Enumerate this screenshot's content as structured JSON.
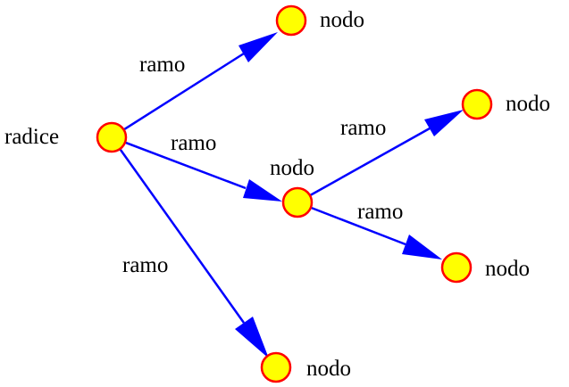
{
  "colors": {
    "edge": "#0000ff",
    "node_fill": "#ffff00",
    "node_stroke": "#ff0000",
    "text": "#000000"
  },
  "nodes": {
    "root": {
      "label": "radice"
    },
    "top": {
      "label": "nodo"
    },
    "middle": {
      "label": "nodo"
    },
    "right_top": {
      "label": "nodo"
    },
    "right_bottom": {
      "label": "nodo"
    },
    "bottom": {
      "label": "nodo"
    }
  },
  "edges": {
    "root_top": {
      "label": "ramo"
    },
    "root_middle": {
      "label": "ramo"
    },
    "root_bottom": {
      "label": "ramo"
    },
    "middle_right_top": {
      "label": "ramo"
    },
    "middle_right_bottom": {
      "label": "ramo"
    }
  }
}
